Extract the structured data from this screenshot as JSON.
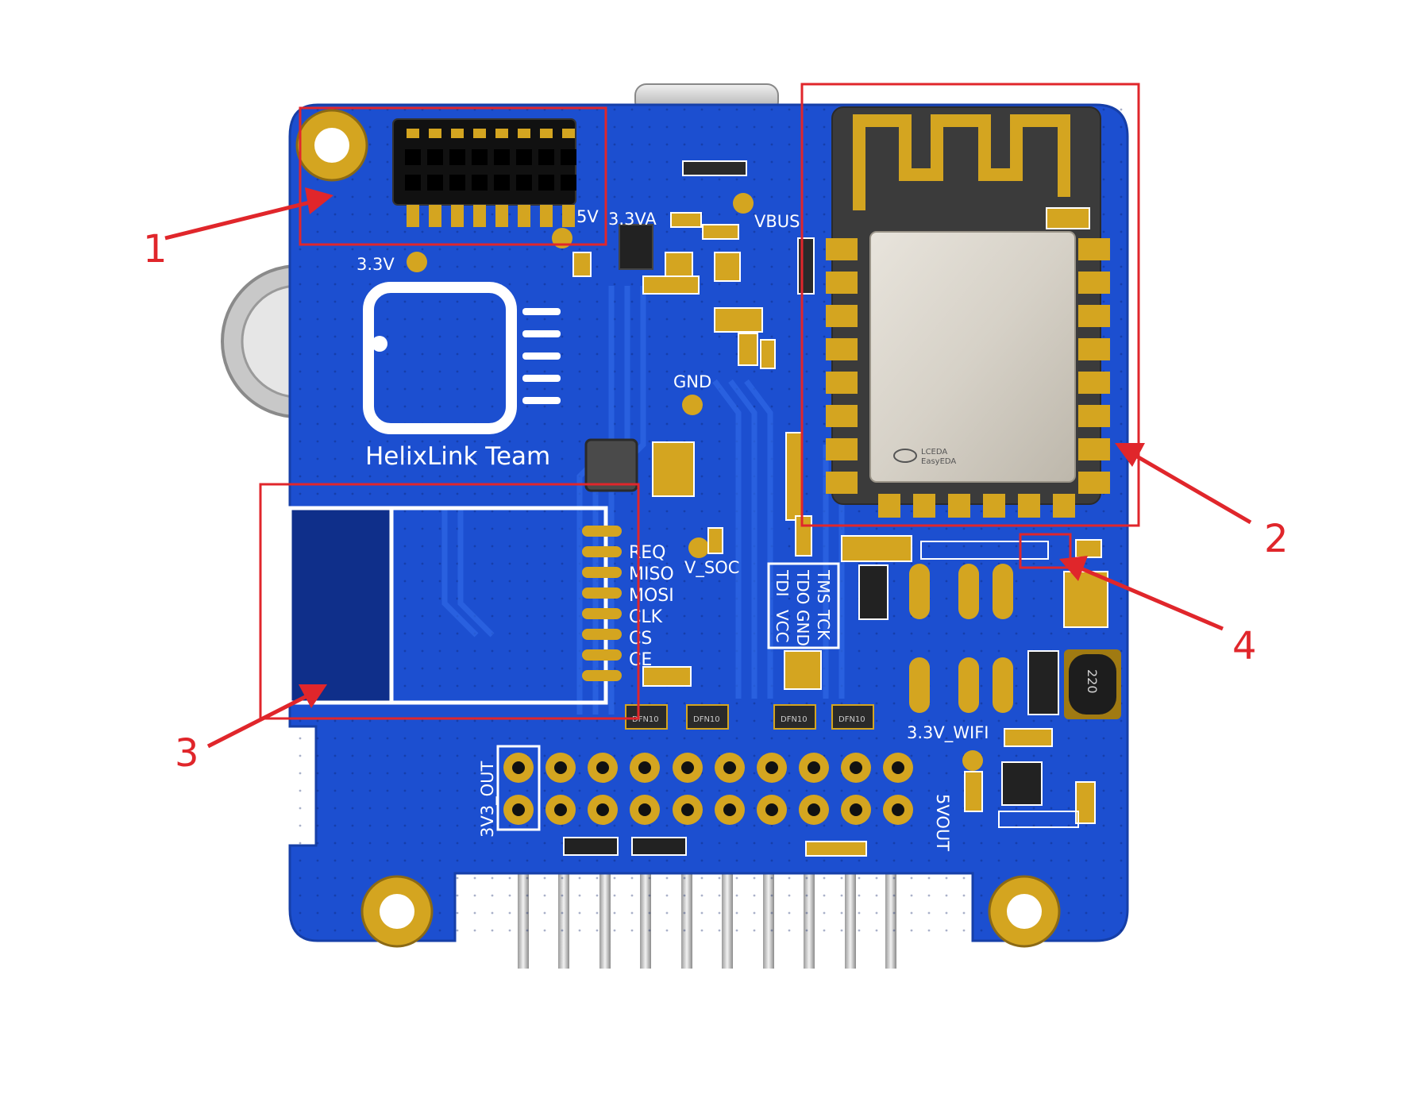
{
  "silkscreen": {
    "team": "HelixLink Team",
    "v5": "5V",
    "v33a": "3.3VA",
    "vbus": "VBUS",
    "v33": "3.3V",
    "gnd": "GND",
    "vsoc": "V_SOC",
    "req": "REQ",
    "miso": "MISO",
    "mosi": "MOSI",
    "clk": "CLK",
    "cs": "CS",
    "ce": "CE",
    "jtag_tms": "TMS",
    "jtag_tck": "TCK",
    "jtag_tdo": "TDO",
    "jtag_gnd": "GND",
    "jtag_tdi": "TDI",
    "jtag_vcc": "VCC",
    "v33_wifi": "3.3V_WIFI",
    "v33out": "3V3_OUT",
    "v5out": "5VOUT",
    "dfn": "DFN10",
    "inductor": "220",
    "module_brand": "LCEDA",
    "module_brand2": "EasyEDA"
  },
  "callouts": [
    "1",
    "2",
    "3",
    "4"
  ],
  "colors": {
    "board": "#1c4fd0",
    "board_dark": "#0f2f8a",
    "gold": "#d4a520",
    "callout": "#e0262b"
  }
}
